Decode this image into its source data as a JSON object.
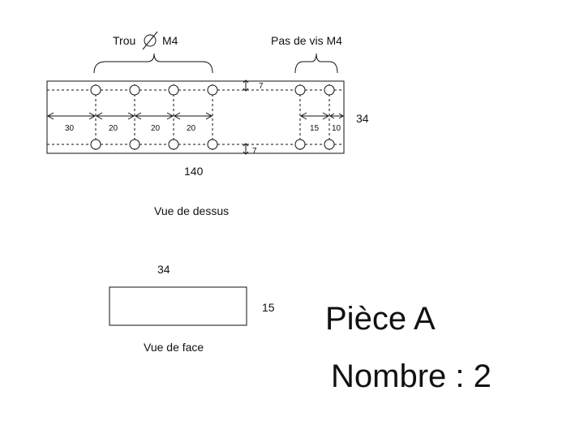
{
  "top_view": {
    "label_holes": "Trou",
    "label_holes_spec": "M4",
    "label_threads": "Pas de vis M4",
    "dim_spacing_labels": [
      "30",
      "20",
      "20",
      "20"
    ],
    "dim_thread_labels": [
      "15",
      "10"
    ],
    "dim_offset_top": "7",
    "dim_offset_bottom": "7",
    "dim_height": "34",
    "dim_length": "140",
    "caption": "Vue de dessus"
  },
  "front_view": {
    "dim_width": "34",
    "dim_height": "15",
    "caption": "Vue de face"
  },
  "part": {
    "title": "Pièce A",
    "quantity": "Nombre : 2"
  },
  "icons": {
    "diameter": "diameter-icon"
  }
}
